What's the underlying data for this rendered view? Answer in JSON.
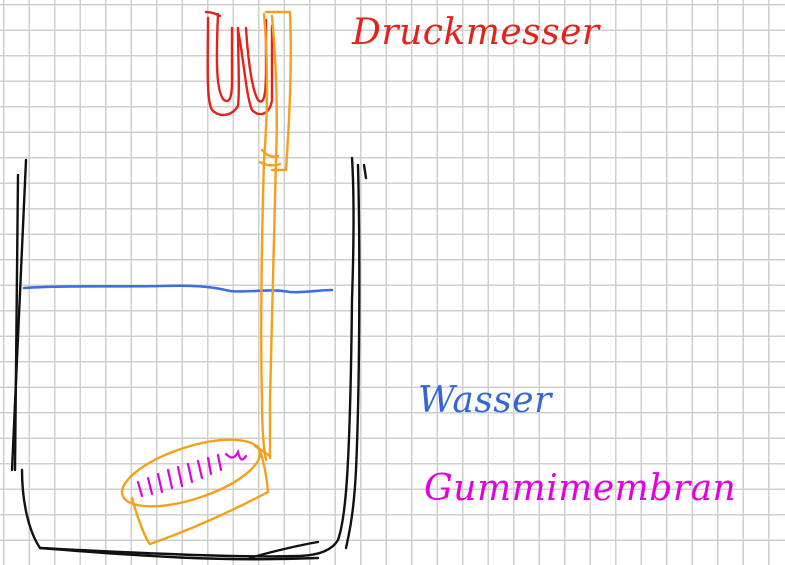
{
  "labels": {
    "pressure_gauge": "Druckmesser",
    "water": "Wasser",
    "rubber_membrane": "Gummimembran"
  },
  "colors": {
    "container": "#111111",
    "water_line": "#3a6fe0",
    "tube": "#f5a01a",
    "gauge": "#e2231a",
    "membrane_hatch": "#e000e0",
    "grid": "#cfcfcf"
  }
}
